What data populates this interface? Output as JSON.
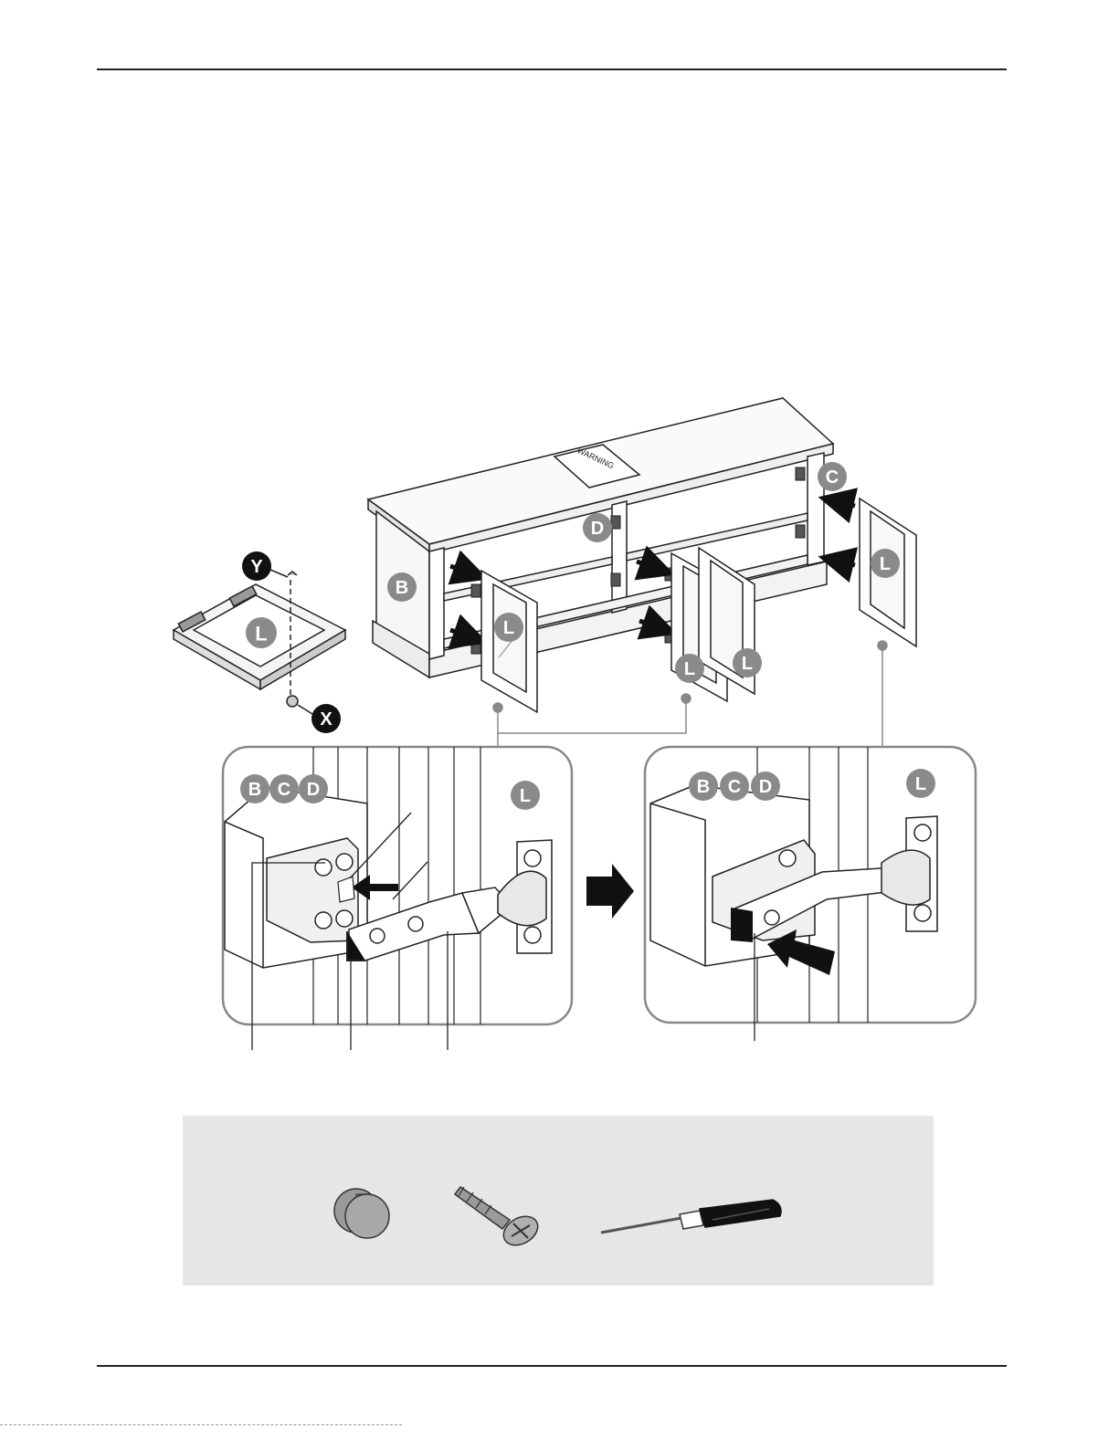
{
  "labels": {
    "cabinet": "B",
    "side_panel": "C",
    "divider": "D",
    "door": "L",
    "knob": "X",
    "screw": "Y",
    "inset_parts": [
      "B",
      "C",
      "D"
    ],
    "warning_sticker": "WARNING"
  },
  "hardware": [
    {
      "name": "knob",
      "icon": "knob-icon"
    },
    {
      "name": "screw",
      "icon": "screw-icon"
    },
    {
      "name": "screwdriver",
      "icon": "screwdriver-icon"
    }
  ],
  "colors": {
    "badge_dark": "#111111",
    "badge_gray": "#8a8a8a",
    "line": "#222222",
    "hardware_bg": "#e6e6e6"
  }
}
